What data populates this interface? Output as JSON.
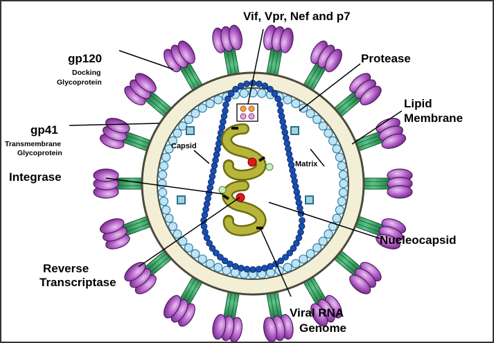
{
  "labels": {
    "vif": "Vif, Vpr, Nef and p7",
    "protease": "Protease",
    "lipid_1": "Lipid",
    "lipid_2": "Membrane",
    "gp120": "gp120",
    "gp120_sub1": "Docking",
    "gp120_sub2": "Glycoprotein",
    "gp41": "gp41",
    "gp41_sub1": "Transmembrane",
    "gp41_sub2": "Glycoprotein",
    "capsid": "Capsid",
    "matrix": "Matrix",
    "integrase": "Integrase",
    "nucleocapsid": "Nucleocapsid",
    "rt_1": "Reverse",
    "rt_2": "Transcriptase",
    "rna_1": "Viral RNA",
    "rna_2": "Genome"
  },
  "colors": {
    "spike_head": "#a24ab8",
    "spike_head_light": "#d9a6e6",
    "spike_stem": "#2e9a5a",
    "envelope_fill": "#f3efd6",
    "envelope_stroke": "#5c5c4c",
    "lipid_bead": "#bfe3f3",
    "lipid_bead_stroke": "#2f7fa8",
    "capsid_bead": "#1a4fb0",
    "rna": "#9c9a22",
    "enzyme_red": "#e01818",
    "enzyme_green": "#c8ecc0"
  }
}
